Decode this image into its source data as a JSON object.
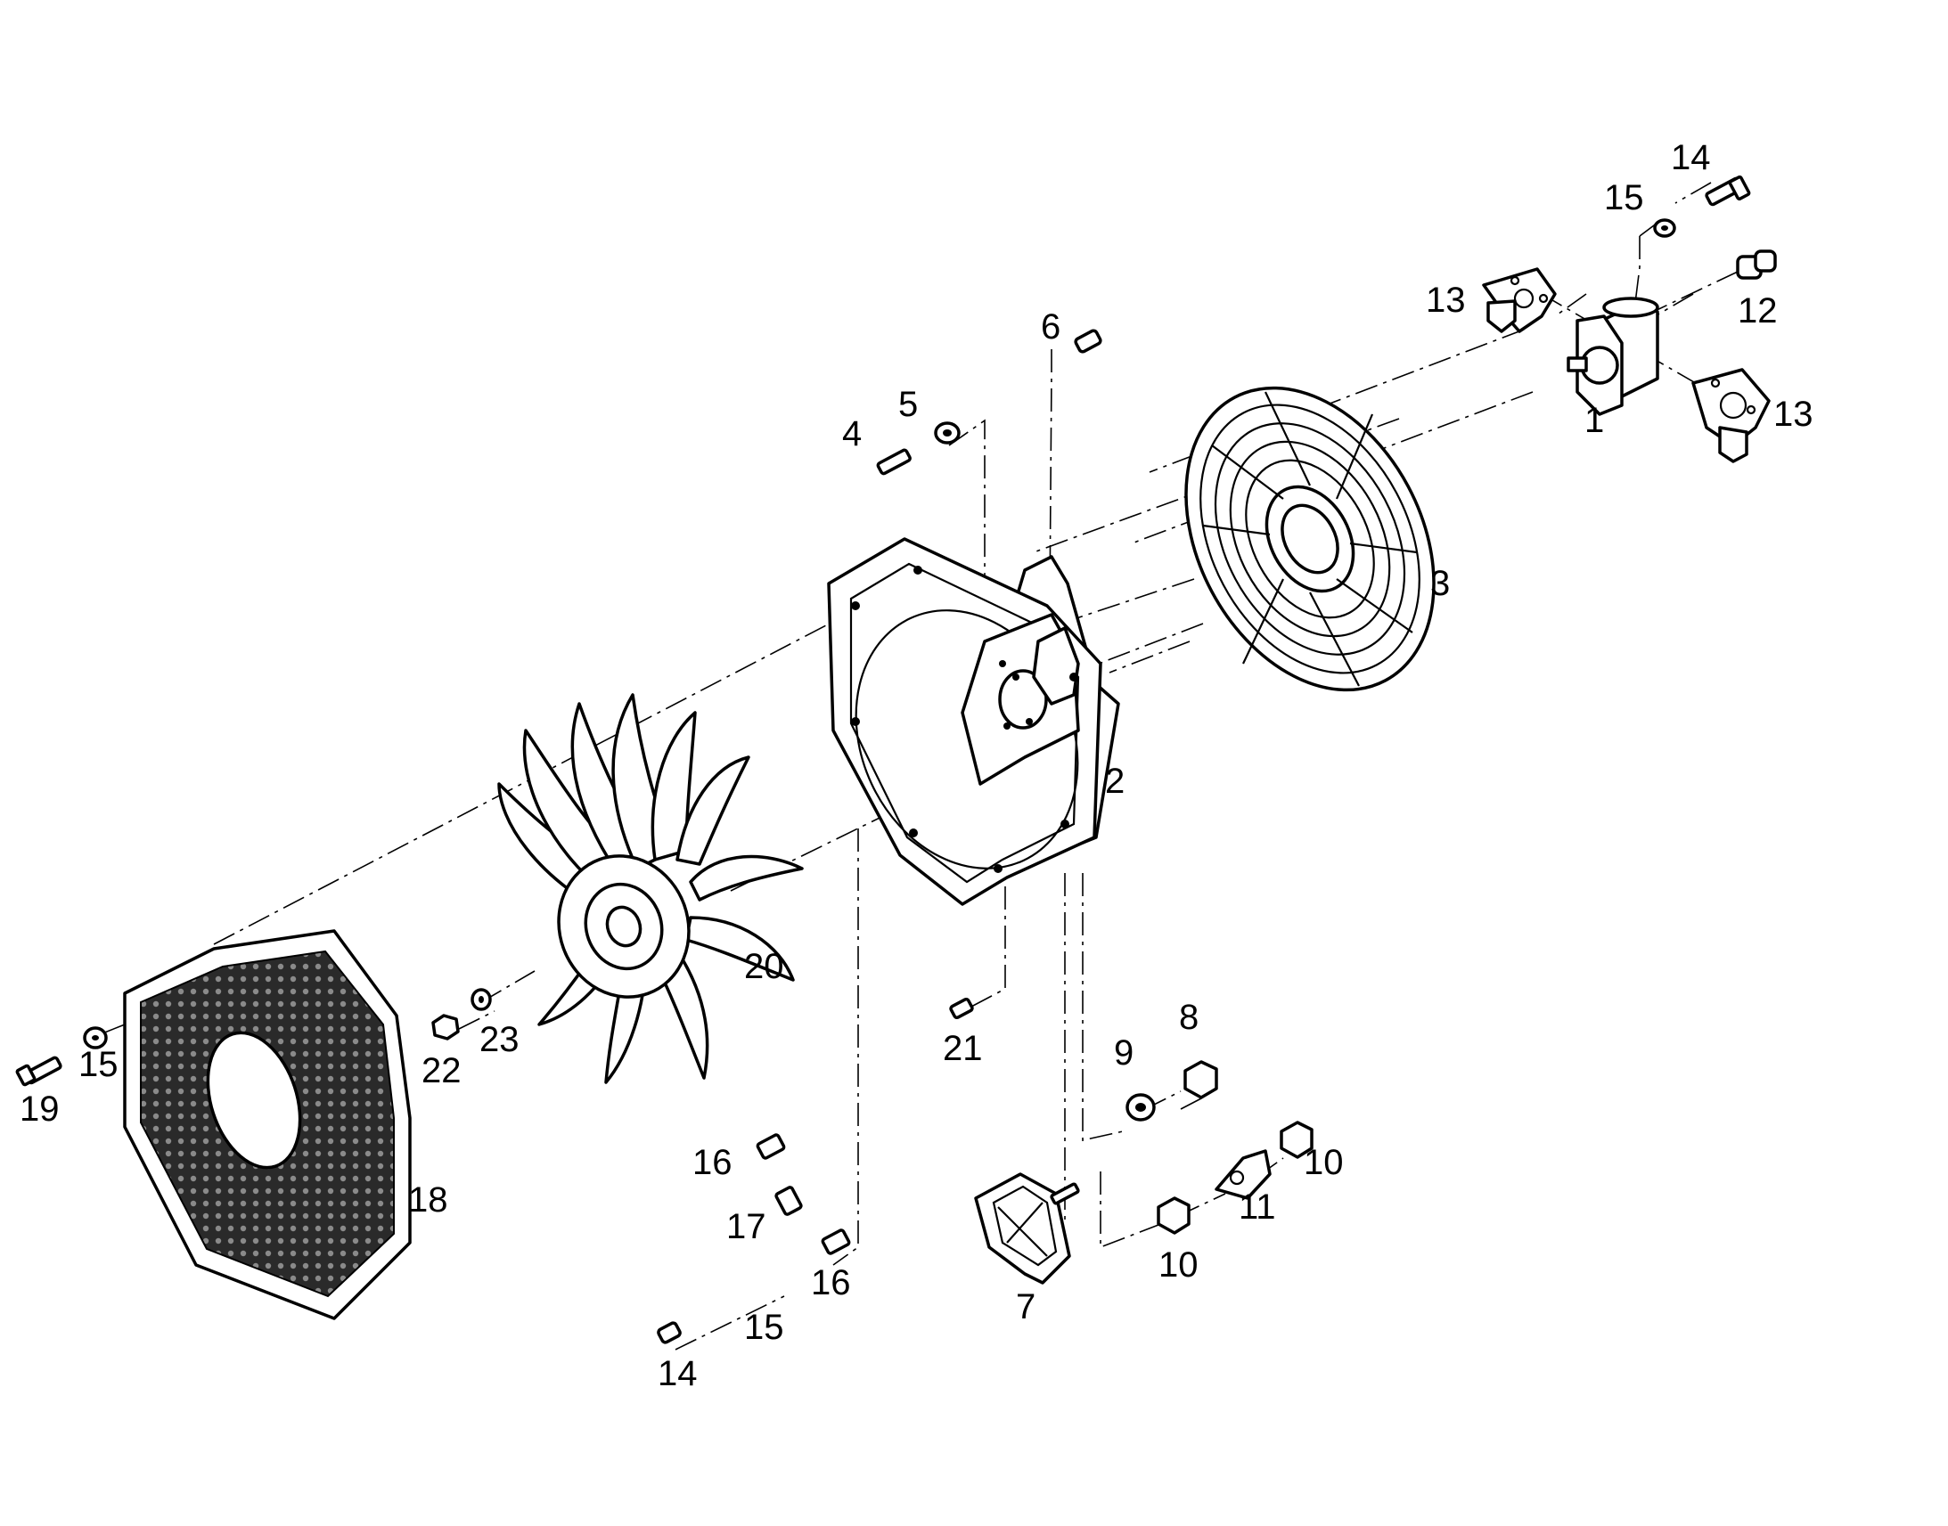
{
  "callouts": {
    "c1": "1",
    "c2": "2",
    "c3": "3",
    "c4": "4",
    "c5": "5",
    "c6": "6",
    "c7": "7",
    "c8": "8",
    "c9": "9",
    "c10a": "10",
    "c10b": "10",
    "c11": "11",
    "c12": "12",
    "c13a": "13",
    "c13b": "13",
    "c14a": "14",
    "c14b": "14",
    "c15a": "15",
    "c15b": "15",
    "c15c": "15",
    "c16a": "16",
    "c16b": "16",
    "c17": "17",
    "c18": "18",
    "c19": "19",
    "c20": "20",
    "c21": "21",
    "c22": "22",
    "c23": "23"
  },
  "icons": {
    "hydraulic_motor": "hydraulic-motor-icon",
    "fan_guard": "fan-guard-icon",
    "fan_shroud": "fan-shroud-icon",
    "fan_blade": "fan-blade-icon",
    "screen": "perforated-screen-icon"
  }
}
